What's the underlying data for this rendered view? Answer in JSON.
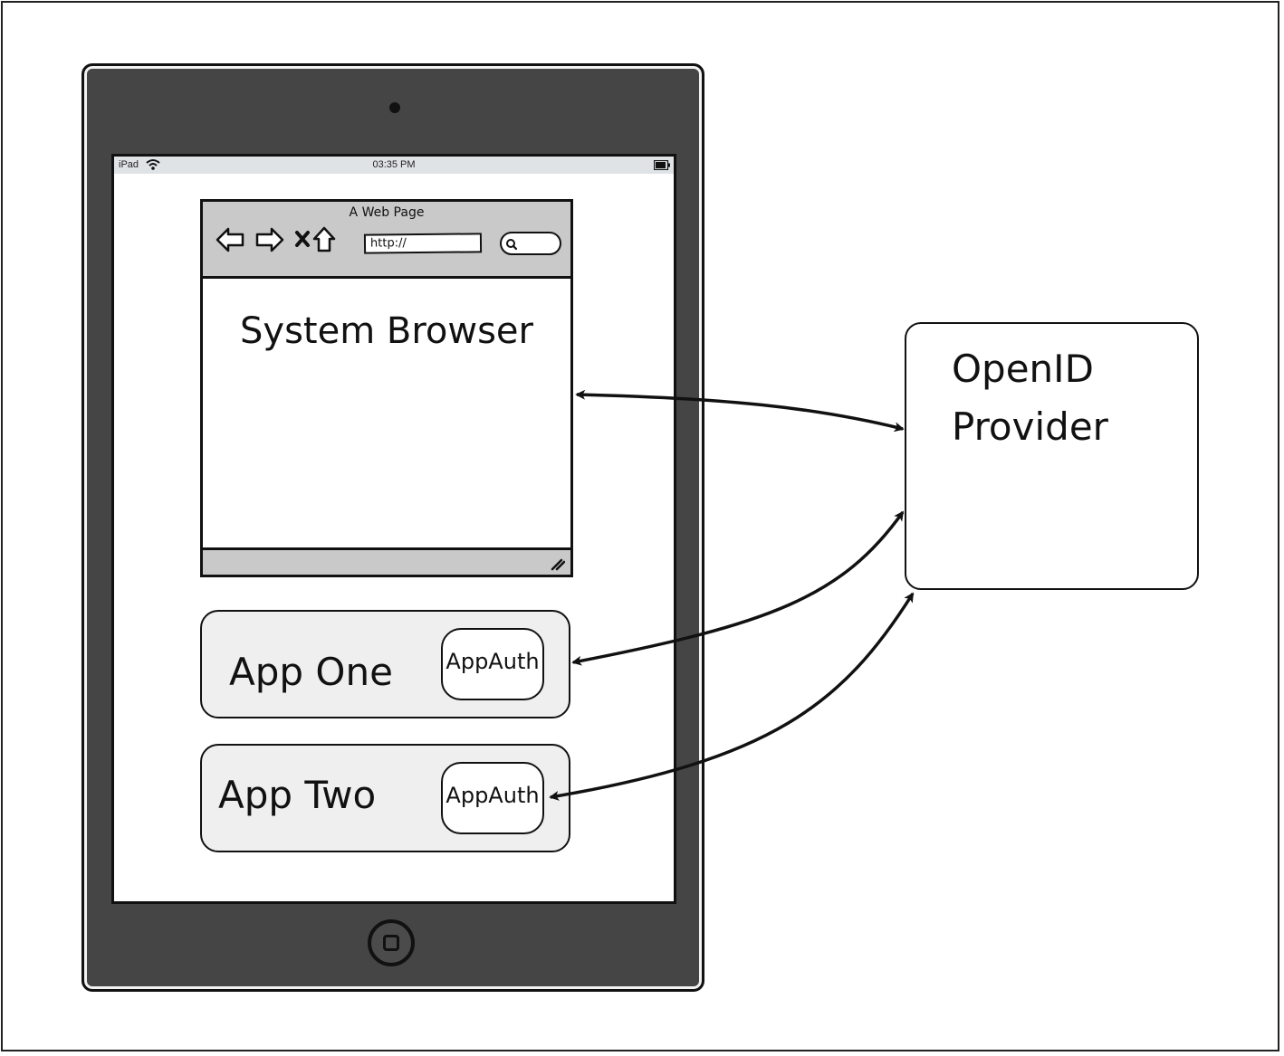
{
  "status_bar": {
    "device": "iPad",
    "time": "03:35 PM"
  },
  "browser": {
    "window_title": "A Web Page",
    "url_placeholder": "http://",
    "content_title": "System Browser"
  },
  "apps": [
    {
      "name": "App One",
      "sdk_label": "AppAuth"
    },
    {
      "name": "App Two",
      "sdk_label": "AppAuth"
    }
  ],
  "provider": {
    "label": "OpenID\nProvider"
  },
  "icons": [
    "wifi-icon",
    "battery-icon",
    "back-arrow-icon",
    "forward-arrow-icon",
    "stop-icon",
    "home-icon",
    "search-icon",
    "resize-grip-icon",
    "camera",
    "home-button"
  ],
  "connections": [
    {
      "from": "System Browser",
      "to": "OpenID Provider",
      "direction": "bidirectional"
    },
    {
      "from": "App One",
      "to": "OpenID Provider",
      "direction": "bidirectional"
    },
    {
      "from": "App Two",
      "to": "OpenID Provider",
      "direction": "bidirectional"
    }
  ]
}
